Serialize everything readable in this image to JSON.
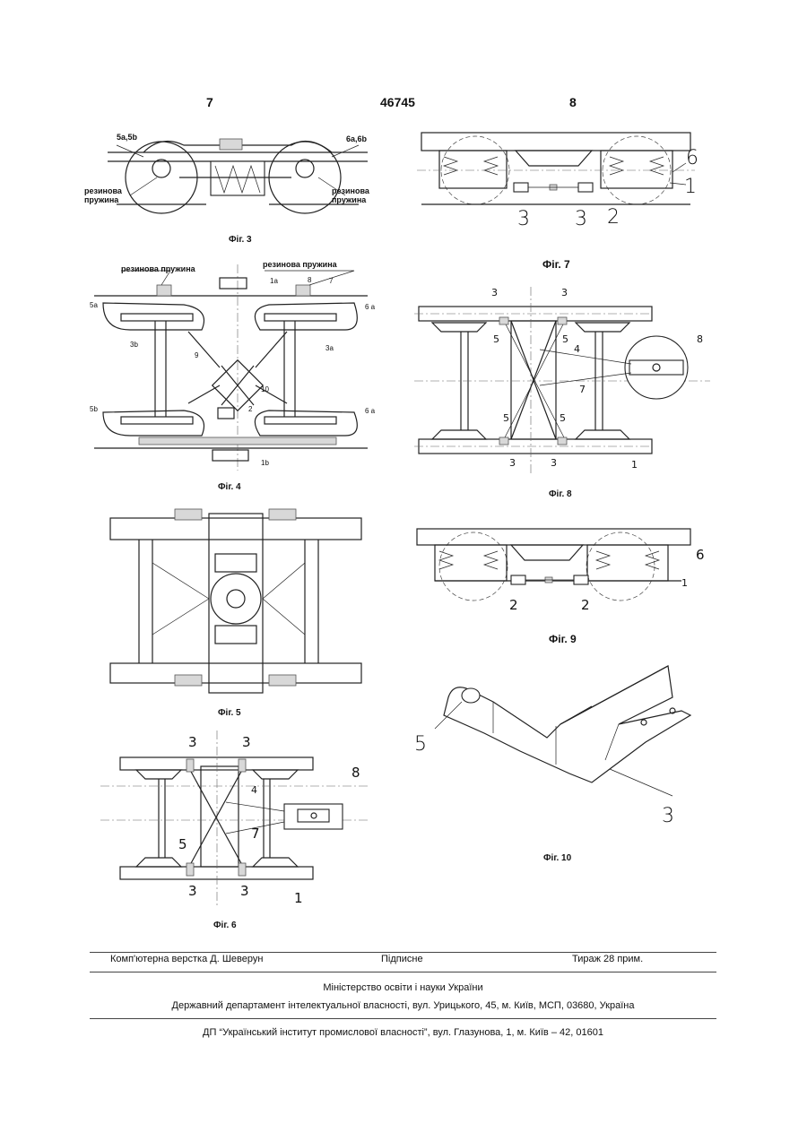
{
  "header": {
    "page_left": "7",
    "doc_number": "46745",
    "page_right": "8"
  },
  "figures": {
    "fig3": {
      "caption": "Фіг. 3",
      "label_left_top": "5a,5b",
      "label_right_top": "6a,6b",
      "label_left_spring_1": "резинова",
      "label_left_spring_2": "пружина",
      "label_right_spring_1": "резинова",
      "label_right_spring_2": "пружина"
    },
    "fig4": {
      "caption": "Фіг. 4",
      "label_spring_left": "резинова пружина",
      "label_spring_right": "резинова пружина",
      "l_1a": "1a",
      "l_7": "7",
      "l_8": "8",
      "l_5a": "5a",
      "l_6a_top": "6 a",
      "l_3b": "3b",
      "l_9": "9",
      "l_3a": "3a",
      "l_10": "10",
      "l_2": "2",
      "l_5b": "5b",
      "l_6a_bot": "6 a",
      "l_1b": "1b"
    },
    "fig5": {
      "caption": "Фіг. 5"
    },
    "fig6": {
      "caption": "Фіг. 6",
      "l_3_tl": "3",
      "l_3_tr": "3",
      "l_8": "8",
      "l_4": "4",
      "l_7": "7",
      "l_5": "5",
      "l_3_bl": "3",
      "l_3_br": "3",
      "l_1": "1"
    },
    "fig7": {
      "caption": "Фіг. 7",
      "l_6": "6",
      "l_1": "1",
      "l_3a": "3",
      "l_3b": "3",
      "l_2": "2"
    },
    "fig8": {
      "caption": "Фіг. 8",
      "l_3_tl": "3",
      "l_3_tr": "3",
      "l_5_tl": "5",
      "l_5_tr": "5",
      "l_4": "4",
      "l_8": "8",
      "l_7": "7",
      "l_5_bl": "5",
      "l_5_br": "5",
      "l_3_bl": "3",
      "l_3_br": "3",
      "l_1": "1"
    },
    "fig9": {
      "caption": "Фіг. 9",
      "l_6": "6",
      "l_1": "1",
      "l_2a": "2",
      "l_2b": "2"
    },
    "fig10": {
      "caption": "Фіг. 10",
      "l_5": "5",
      "l_3": "3"
    }
  },
  "footer": {
    "typesetting": "Комп'ютерна верстка Д. Шеверун",
    "signed": "Підписне",
    "circulation": "Тираж 28 прим.",
    "ministry": "Міністерство освіти і науки України",
    "department": "Державний департамент інтелектуальної власності, вул. Урицького, 45, м. Київ, МСП, 03680, Україна",
    "institute": "ДП “Український інститут промислової власності”, вул. Глазунова, 1, м. Київ – 42, 01601"
  }
}
